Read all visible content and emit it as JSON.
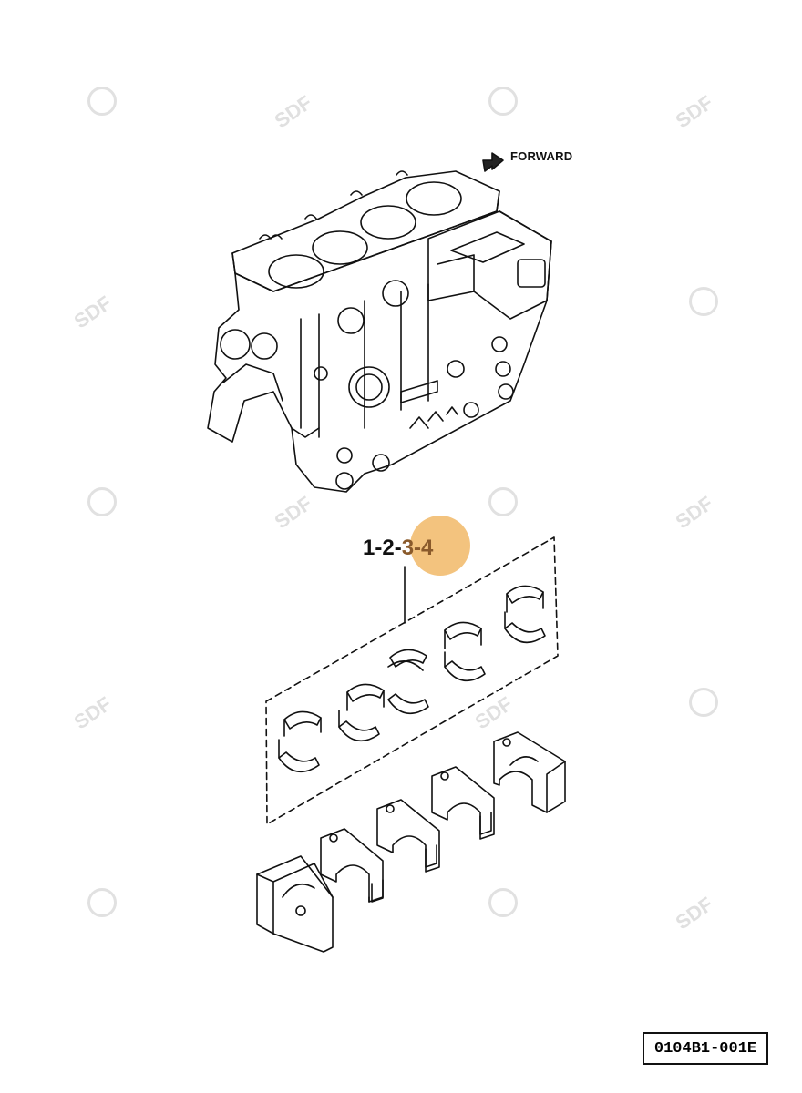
{
  "diagram": {
    "forward_label": "FORWARD",
    "callout_prefix": "1-2-",
    "callout_highlight": "3-4",
    "reference_code": "0104B1-001E",
    "watermark_text": "SDF",
    "highlight_color": "#f0b25a"
  }
}
